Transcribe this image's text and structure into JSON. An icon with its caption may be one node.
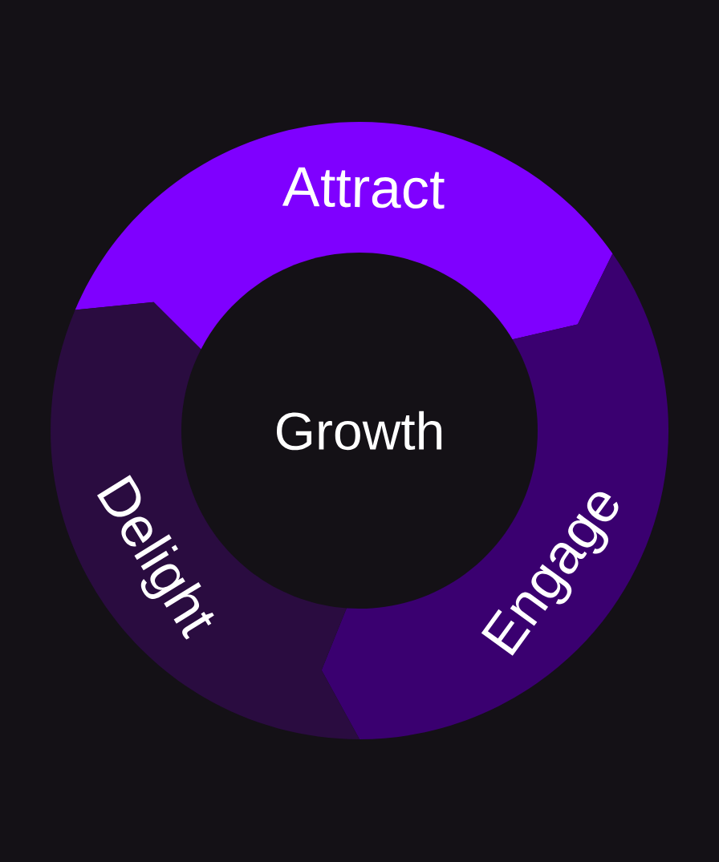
{
  "diagram": {
    "nodes": [
      {
        "text": [
          "Attract"
        ]
      },
      {
        "text": [
          "Engage"
        ]
      },
      {
        "text": [
          "Delight"
        ]
      },
      {
        "text": [
          "Growth"
        ]
      }
    ]
  }
}
